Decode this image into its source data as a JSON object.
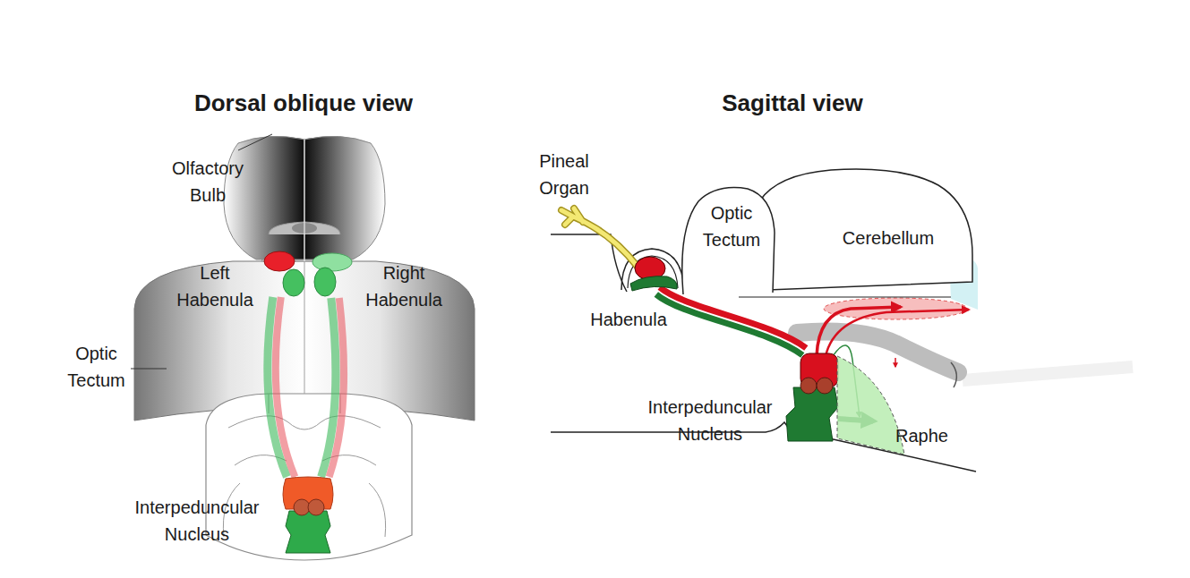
{
  "diagram": {
    "nodes": [
      {
        "text": [
          "Left Habenula"
        ]
      },
      {
        "text": [
          "Right Habenula"
        ]
      },
      {
        "text": [
          "Interpeduncular Nucleus"
        ]
      },
      {
        "text": [
          "Optic Tectum"
        ]
      },
      {
        "text": [
          "Cerebellum"
        ]
      },
      {
        "text": [
          "Habenula"
        ]
      },
      {
        "text": [
          "Interpeduncular Nucleus"
        ]
      },
      {
        "text": [
          "Raphe"
        ]
      }
    ],
    "edges": [
      {
        "from": 0,
        "to": 2,
        "arrow": "none"
      },
      {
        "from": 1,
        "to": 2,
        "arrow": "none"
      },
      {
        "from": 5,
        "to": 6,
        "arrow": "none"
      },
      {
        "from": 6,
        "to": 7,
        "arrow": "to"
      }
    ],
    "labels": [
      "Dorsal oblique view",
      "Olfactory Bulb",
      "Optic Tectum",
      "Sagittal view",
      "Pineal Organ"
    ]
  }
}
